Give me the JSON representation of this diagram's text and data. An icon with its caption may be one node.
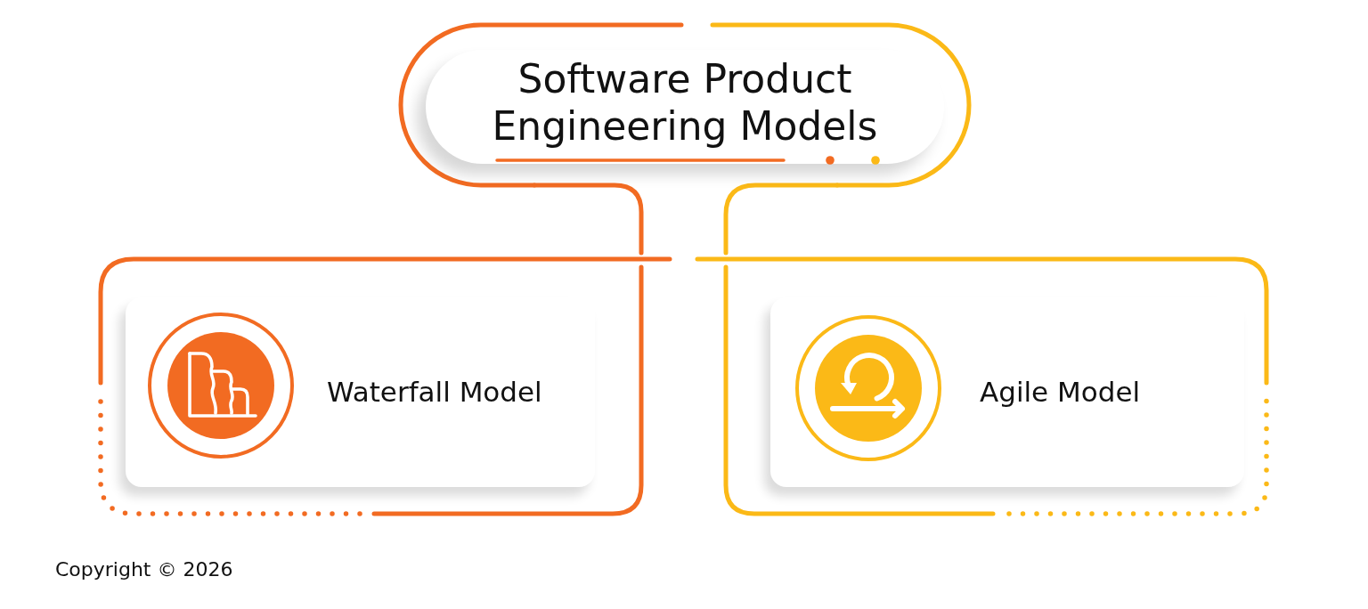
{
  "diagram": {
    "nodes": [
      {
        "text": [
          "Software Product Engineering Models"
        ]
      },
      {
        "text": [
          "Waterfall Model"
        ]
      },
      {
        "text": [
          "Agile Model"
        ]
      }
    ],
    "edges": [
      {
        "from": 0,
        "to": 1,
        "arrow": "none",
        "color": "#f26b22"
      },
      {
        "from": 0,
        "to": 2,
        "arrow": "none",
        "color": "#fbb917"
      }
    ],
    "labels": [
      "Copyright © 2026"
    ]
  }
}
